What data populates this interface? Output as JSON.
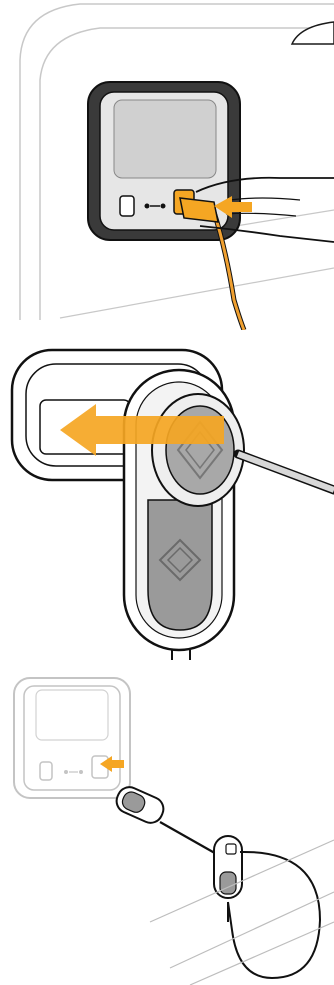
{
  "colors": {
    "accent_orange": "#F5A623",
    "cable_orange": "#F0A030",
    "outline": "#1a1a1a",
    "panel_gray": "#9a9a9a",
    "light_gray": "#d8d8d8",
    "faint_line": "#bdbdbd"
  },
  "steps": [
    {
      "id": "step-1",
      "icons": [
        "charging-port-panel",
        "hand",
        "charging-cable",
        "arrow-right"
      ]
    },
    {
      "id": "step-2",
      "icons": [
        "cable-loop-handle",
        "charging-connector",
        "arrow-left"
      ]
    },
    {
      "id": "step-3",
      "icons": [
        "charging-port-panel",
        "connector-plugged",
        "tether-loop"
      ]
    }
  ]
}
